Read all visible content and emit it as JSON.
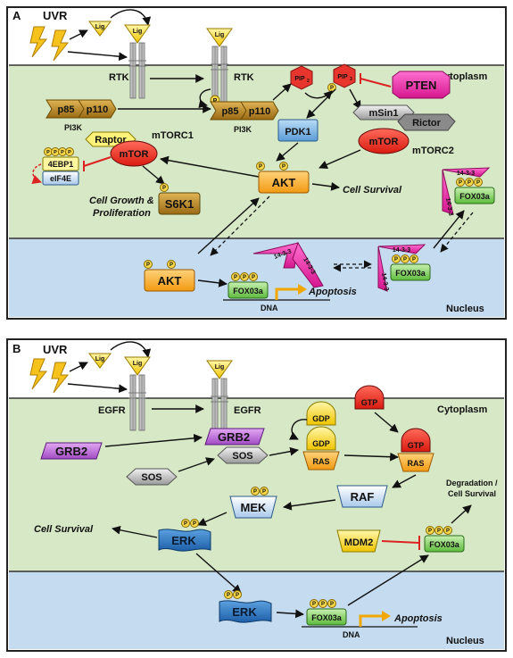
{
  "panelA": {
    "letter": "A",
    "uvr": "UVR",
    "lig": "Lig",
    "rtk": "RTK",
    "cytoplasm": "Cytoplasm",
    "nucleus": "Nucleus",
    "p85": "p85",
    "p110": "p110",
    "pi3k": "PI3K",
    "pip": "PIP",
    "pip2_sub": "2",
    "pip3_sub": "3",
    "pten": "PTEN",
    "pdk1": "PDK1",
    "msin1": "mSin1",
    "rictor": "Rictor",
    "mtor": "mTOR",
    "mtorc1": "mTORC1",
    "mtorc2": "mTORC2",
    "raptor": "Raptor",
    "ebp1": "4EBP1",
    "eif4e": "eIF4E",
    "cell_growth_1": "Cell Growth &",
    "cell_growth_2": "Proliferation",
    "s6k1": "S6K1",
    "akt": "AKT",
    "cell_survival": "Cell Survival",
    "p": "P",
    "protein1433": "14-3-3",
    "fox03a": "FOX03a",
    "apoptosis": "Apoptosis",
    "dna": "DNA"
  },
  "panelB": {
    "letter": "B",
    "uvr": "UVR",
    "lig": "Lig",
    "egfr": "EGFR",
    "cytoplasm": "Cytoplasm",
    "nucleus": "Nucleus",
    "grb2": "GRB2",
    "sos": "SOS",
    "gdp": "GDP",
    "gtp": "GTP",
    "ras": "RAS",
    "raf": "RAF",
    "mek": "MEK",
    "erk": "ERK",
    "mdm2": "MDM2",
    "fox03a": "FOX03a",
    "degradation_1": "Degradation /",
    "degradation_2": "Cell Survival",
    "cell_survival": "Cell Survival",
    "apoptosis": "Apoptosis",
    "dna": "DNA",
    "p": "P"
  }
}
